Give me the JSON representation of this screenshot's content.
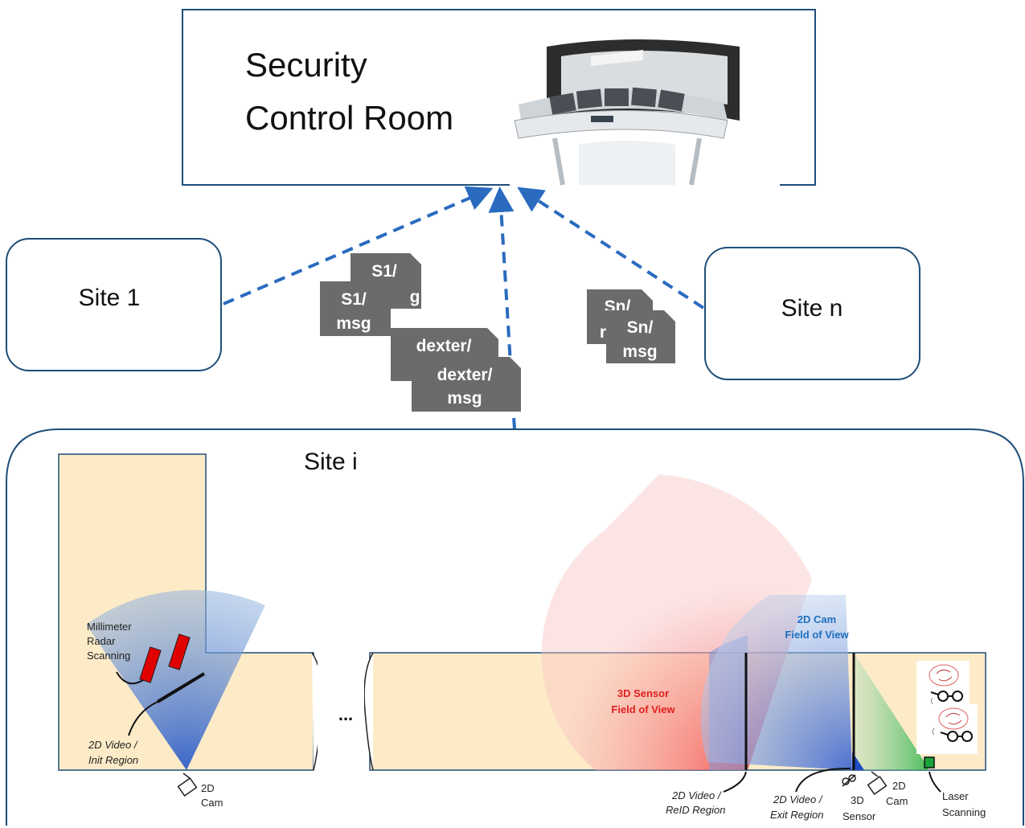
{
  "control_room": {
    "title_line1": "Security",
    "title_line2": "Control Room"
  },
  "sites": {
    "site1": "Site 1",
    "siten": "Site n",
    "sitei": "Site i"
  },
  "messages": {
    "s1_back_a": "S1/",
    "s1_back_b": "g",
    "s1_front_a": "S1/",
    "s1_front_b": "msg",
    "dexter_back": "dexter/",
    "dexter_front_a": "dexter/",
    "dexter_front_b": "msg",
    "sn_back_a": "Sn/",
    "sn_back_b": "r",
    "sn_front_a": "Sn/",
    "sn_front_b": "msg"
  },
  "floorplan": {
    "ellipsis": "...",
    "radar_l1": "Millimeter",
    "radar_l2": "Radar",
    "radar_l3": "Scanning",
    "init_l1": "2D Video /",
    "init_l2": "Init Region",
    "cam_left_l1": "2D",
    "cam_left_l2": "Cam",
    "sensor3d_l1": "3D Sensor",
    "sensor3d_l2": "Field of View",
    "cam2d_fov_l1": "2D Cam",
    "cam2d_fov_l2": "Field of View",
    "reid_l1": "2D Video /",
    "reid_l2": "ReID Region",
    "exit_l1": "2D Video /",
    "exit_l2": "Exit Region",
    "sensor_l1": "3D",
    "sensor_l2": "Sensor",
    "cam_right_l1": "2D",
    "cam_right_l2": "Cam",
    "laser_l1": "Laser",
    "laser_l2": "Scanning"
  },
  "colors": {
    "box_border": "#1f4e79",
    "arrow": "#2a6bbf",
    "msg_fill": "#6b6b6b",
    "floor_fill": "#fdebc8",
    "radar_red": "#e00000",
    "laser_green": "#1aa33a",
    "fov_red": "#f7a0a0",
    "fov_blue": "#4f7fd0",
    "label_red": "#e02020",
    "label_blue": "#1f6fc0"
  }
}
